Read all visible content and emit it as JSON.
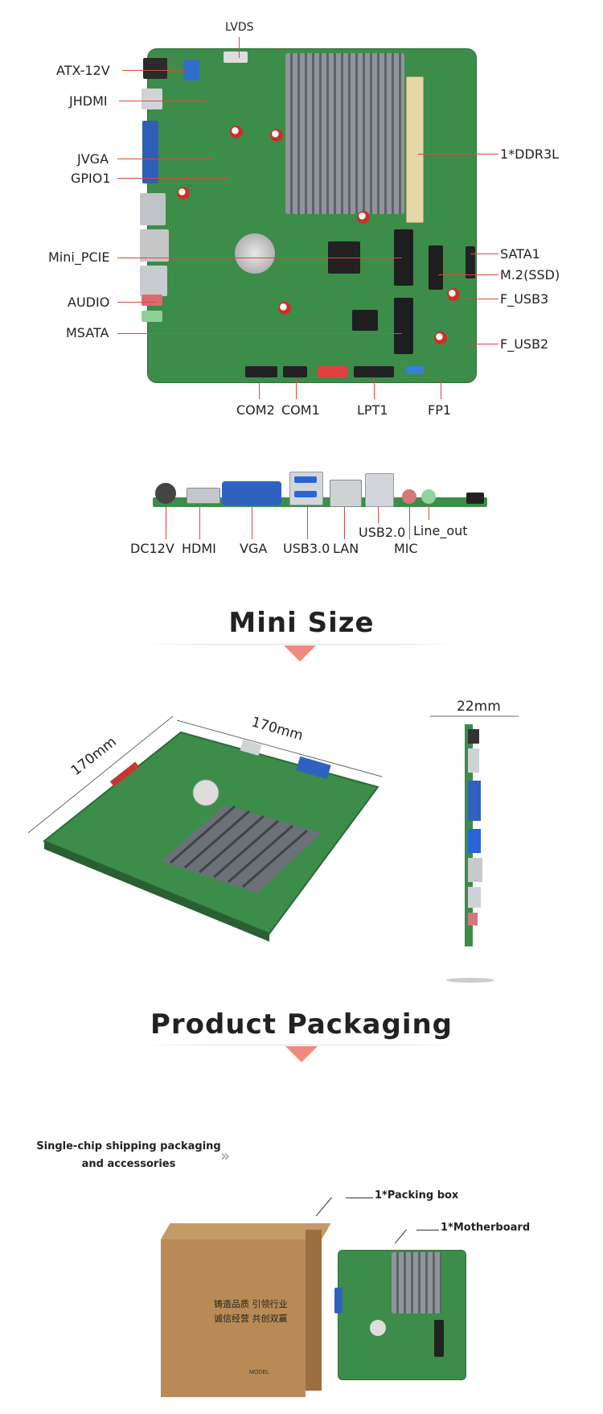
{
  "labels": {
    "lvds": "LVDS",
    "atx": "ATX-12V",
    "jhdmi": "JHDMI",
    "jvga": "JVGA",
    "gpio": "GPIO1",
    "minipcie": "Mini_PCIE",
    "audio": "AUDIO",
    "msata": "MSATA",
    "ddr": "1*DDR3L",
    "sata": "SATA1",
    "m2": "M.2(SSD)",
    "fusb3": "F_USB3",
    "fusb2": "F_USB2",
    "com2": "COM2",
    "com1": "COM1",
    "lpt1": "LPT1",
    "fp1": "FP1"
  },
  "io": {
    "dc": "DC12V",
    "hdmi": "HDMI",
    "vga": "VGA",
    "usb3": "USB3.0",
    "lan": "LAN",
    "usb2": "USB2.0",
    "mic": "MIC",
    "lineout": "Line_out"
  },
  "mini_size": {
    "title": "Mini Size",
    "dim1": "170mm",
    "dim2": "170mm",
    "dim3": "22mm"
  },
  "packaging": {
    "title": "Product Packaging",
    "desc_line1": "Single-chip shipping packaging",
    "desc_line2": "and accessories",
    "packing_box": "1*Packing box",
    "motherboard": "1*Motherboard",
    "box_text1": "铸造品质  引领行业",
    "box_text2": "诚信经营  共创双赢",
    "box_model": "MODEL"
  },
  "colors": {
    "pcb": "#3b8d49",
    "callout": "#e0463e",
    "arrow": "#f08a80",
    "cardboard": "#b98a55"
  }
}
